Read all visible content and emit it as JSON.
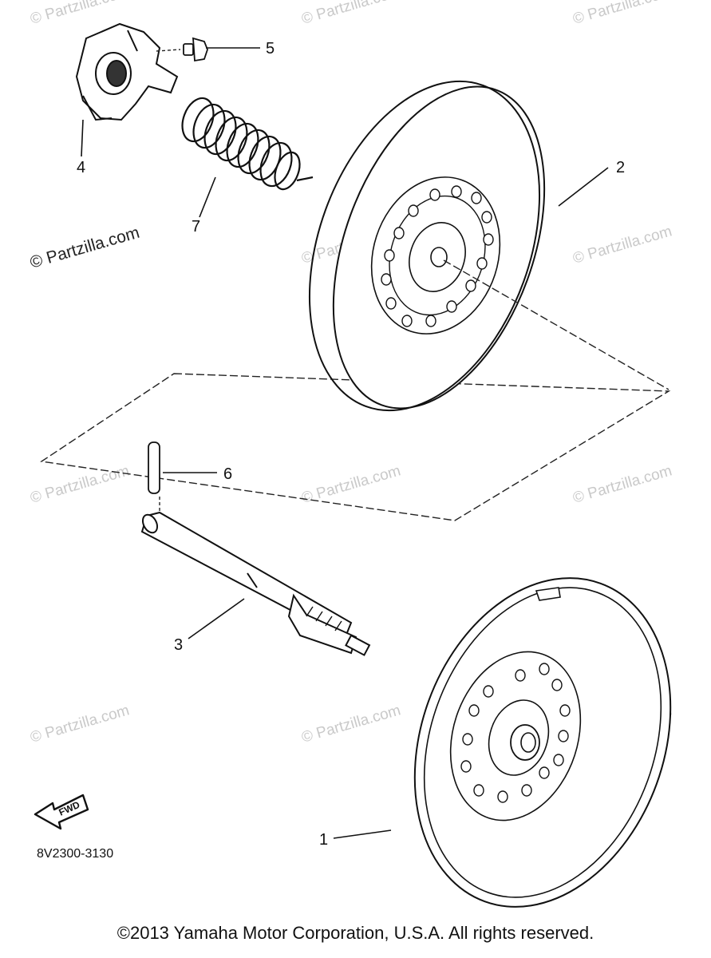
{
  "diagram": {
    "callouts": {
      "c1": "1",
      "c2": "2",
      "c3": "3",
      "c4": "4",
      "c5": "5",
      "c6": "6",
      "c7": "7"
    },
    "fwd_arrow_label": "FWD",
    "drawing_code": "8V2300-3130",
    "watermark_primary": "© Partzilla.com",
    "watermark_faded": "© Partzilla.com"
  },
  "footer": {
    "copyright": "©2013  Yamaha Motor Corporation, U.S.A. All rights reserved."
  }
}
